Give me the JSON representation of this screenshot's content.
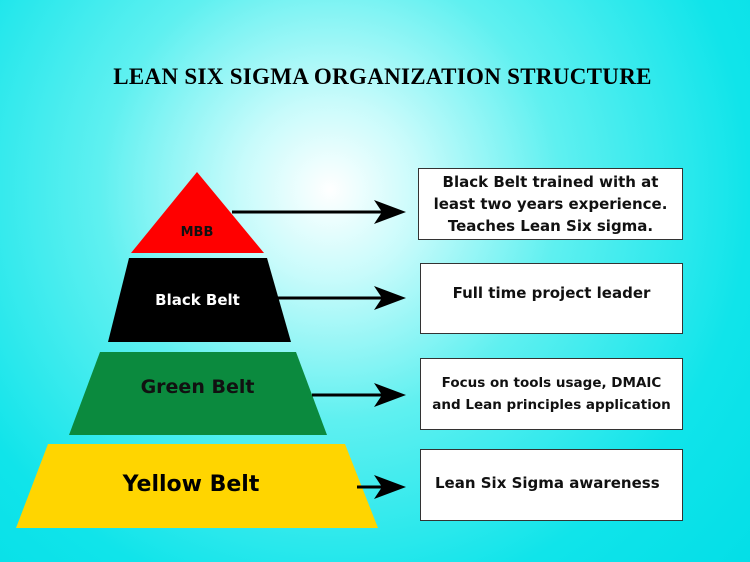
{
  "title": "LEAN SIX SIGMA ORGANIZATION STRUCTURE",
  "levels": [
    {
      "label": "MBB",
      "color": "#ff0000",
      "description": "Black Belt trained with at least two years experience. Teaches Lean Six sigma."
    },
    {
      "label": "Black Belt",
      "color": "#000000",
      "description": "Full time project leader"
    },
    {
      "label": "Green Belt",
      "color": "#0b8a3e",
      "description": "Focus on tools usage, DMAIC and Lean principles application"
    },
    {
      "label": "Yellow Belt",
      "color": "#ffd500",
      "description": "Lean Six Sigma awareness"
    }
  ]
}
